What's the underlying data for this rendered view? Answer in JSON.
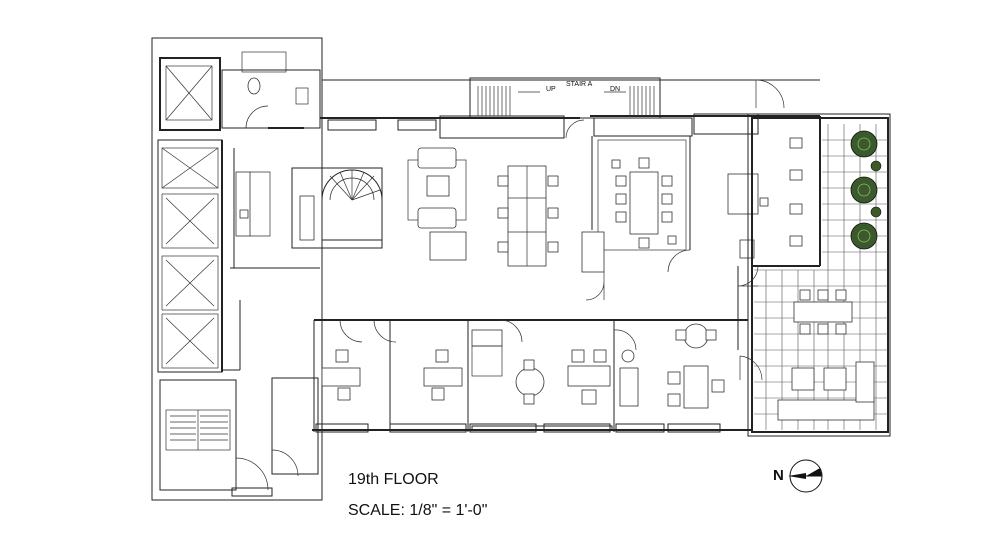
{
  "drawing": {
    "floor_label": "19th FLOOR",
    "scale_label": "SCALE: 1/8\" = 1'-0\"",
    "north_letter": "N"
  },
  "stair": {
    "up_label": "UP",
    "name_label": "STAIR A",
    "down_label": "DN"
  },
  "colors": {
    "line": "#222222",
    "background": "#ffffff",
    "planting": "#3a5a2a"
  }
}
